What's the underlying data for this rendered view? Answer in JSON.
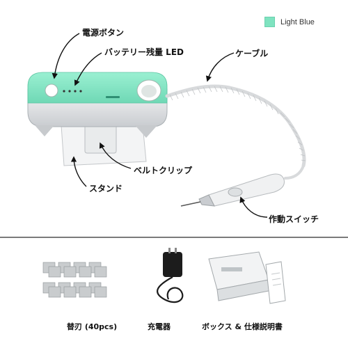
{
  "legend": {
    "label": "Light Blue",
    "color": "#7fe3c0"
  },
  "callouts": {
    "power_button": "電源ボタン",
    "battery_led": "バッテリー残量 LED",
    "cable": "ケーブル",
    "belt_clip": "ベルトクリップ",
    "stand": "スタンド",
    "action_switch": "作動スイッチ"
  },
  "accessories": {
    "blades": "替刃 (40pcs)",
    "charger": "充電器",
    "box_manual": "ボックス & 仕様説明書"
  },
  "icons": {
    "device": "hot-knife-device-icon",
    "pen": "cutter-pen-icon",
    "blades": "blade-set-icon",
    "charger": "charger-adapter-icon",
    "box": "product-box-icon"
  },
  "colors": {
    "accent": "#7fe3c0",
    "body": "#e6e8ea",
    "arrow": "#111111"
  }
}
